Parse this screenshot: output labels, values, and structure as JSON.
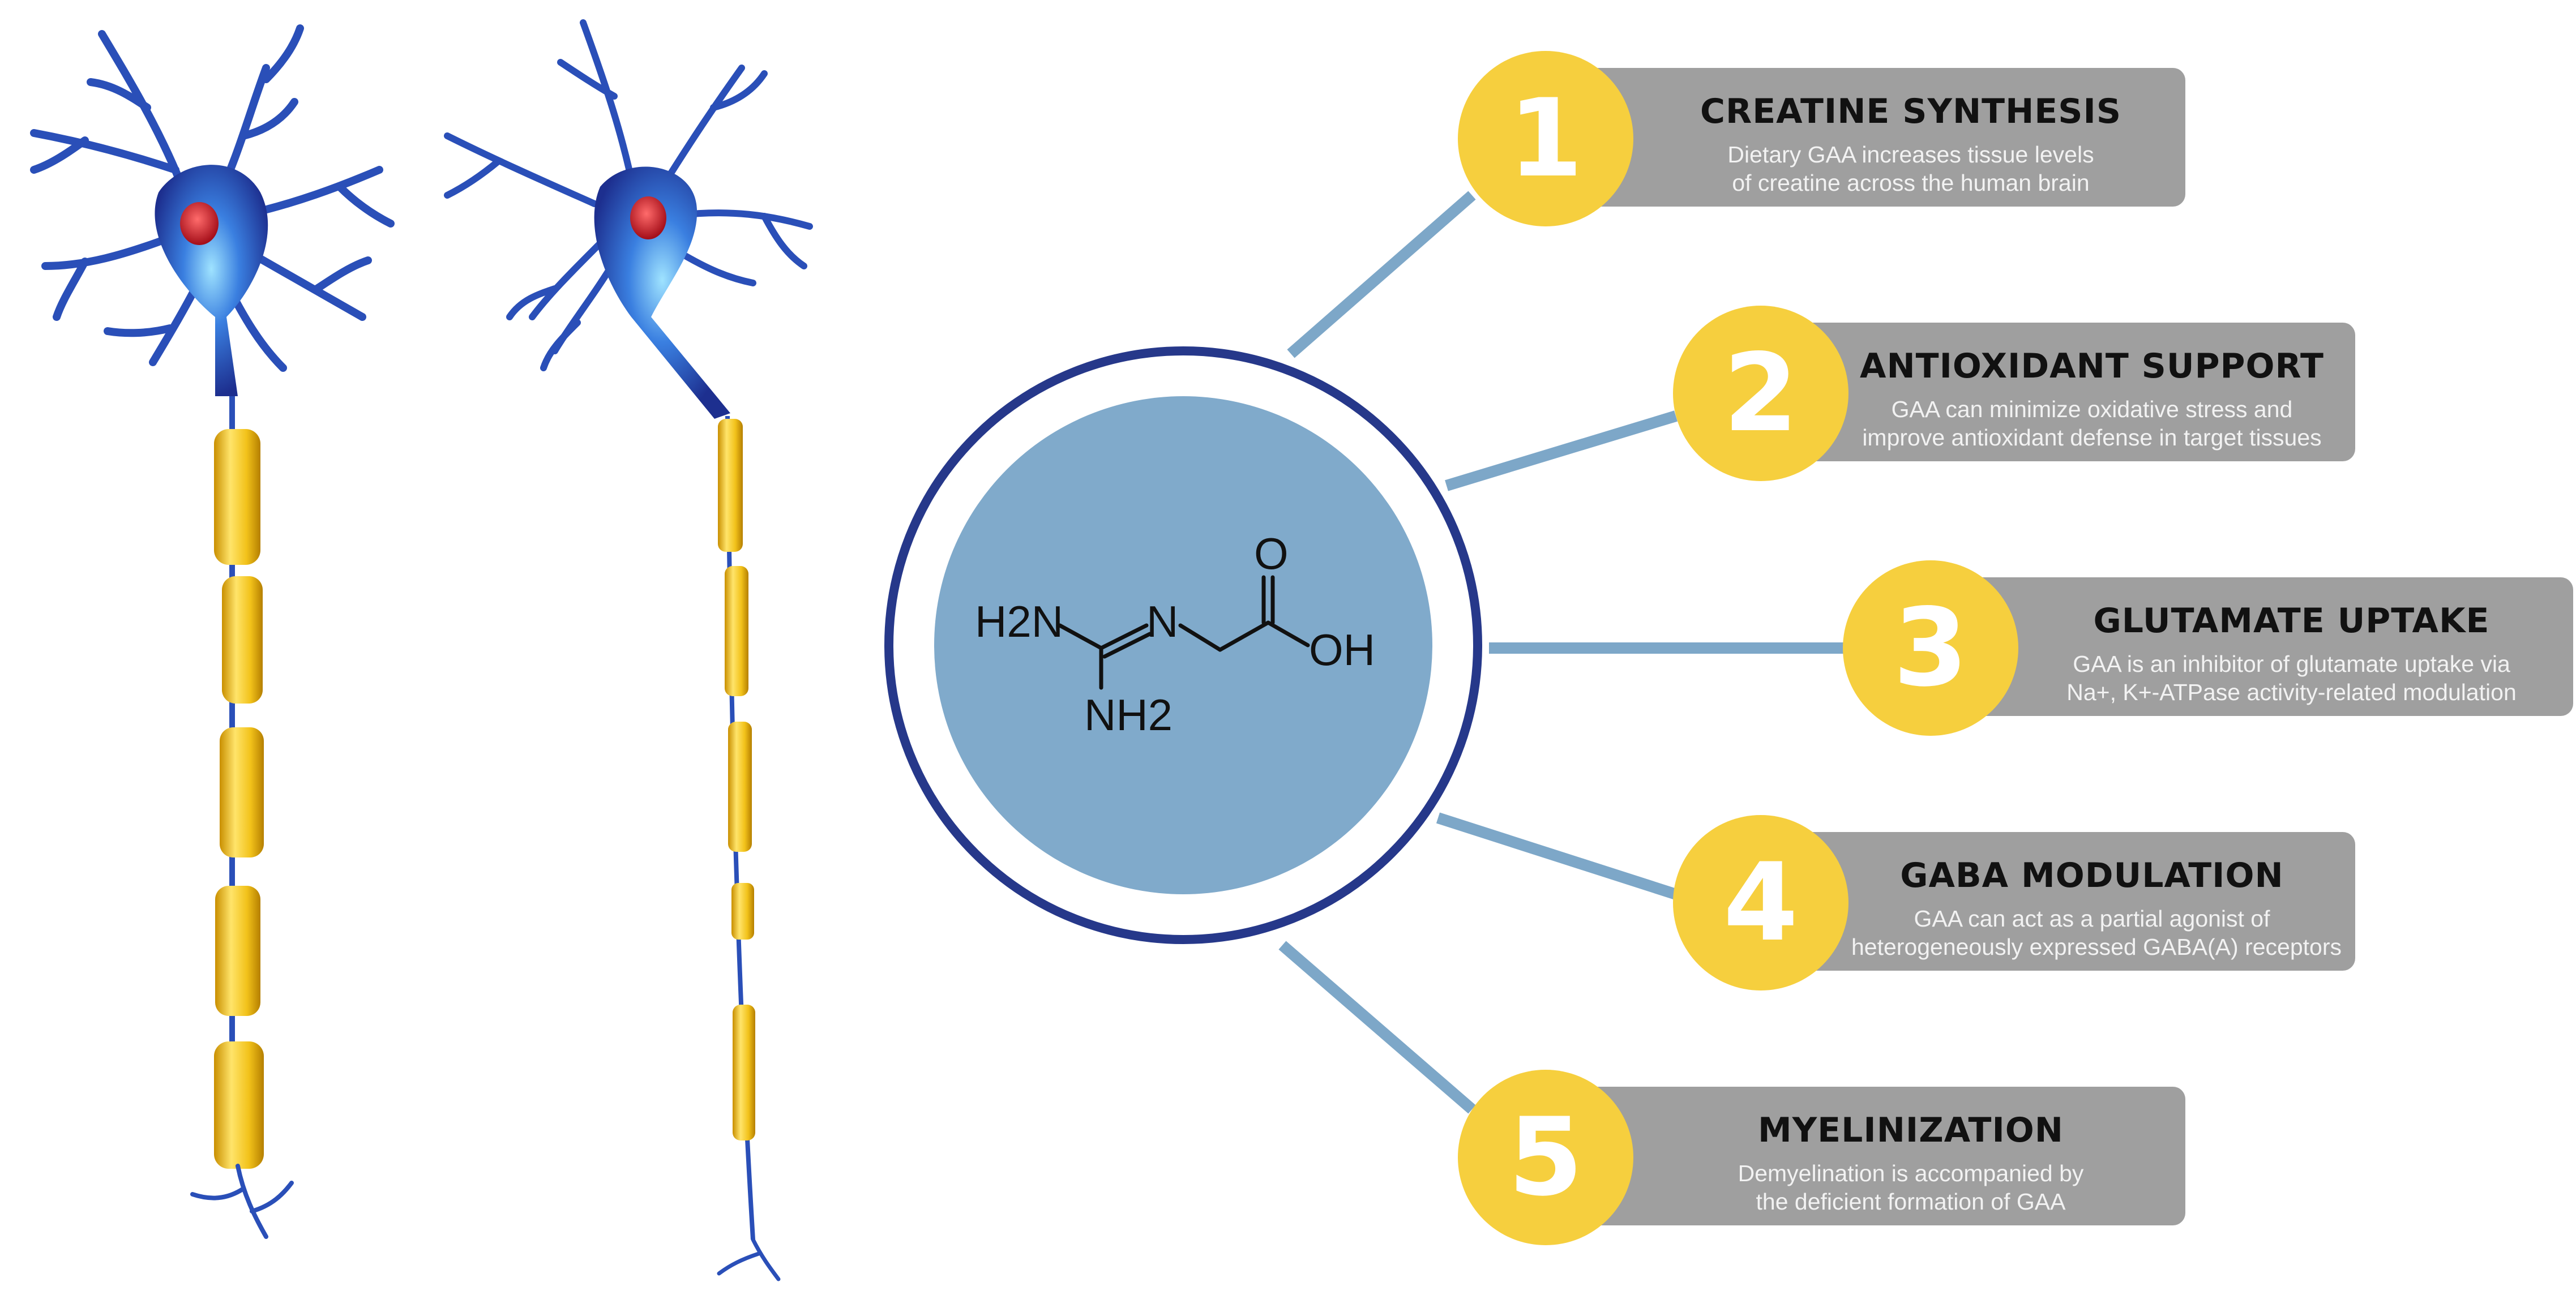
{
  "molecule": {
    "amine_left": "H2N",
    "imine_n": "N",
    "amine_bottom": "NH2",
    "carbonyl_o": "O",
    "hydroxyl": "OH"
  },
  "items": [
    {
      "number": "1",
      "title": "CREATINE SYNTHESIS",
      "line1": "Dietary GAA increases tissue levels",
      "line2": "of creatine across the human brain"
    },
    {
      "number": "2",
      "title": "ANTIOXIDANT SUPPORT",
      "line1": "GAA can minimize oxidative stress and",
      "line2": "improve antioxidant defense in target tissues"
    },
    {
      "number": "3",
      "title": "GLUTAMATE UPTAKE",
      "line1": "GAA is an inhibitor of glutamate uptake via",
      "line2": "Na+, K+-ATPase activity-related modulation"
    },
    {
      "number": "4",
      "title": "GABA MODULATION",
      "line1": "GAA can act as a partial agonist of",
      "line2": "heterogeneously expressed GABA(A) receptors"
    },
    {
      "number": "5",
      "title": "MYELINIZATION",
      "line1": "Demyelination is accompanied by",
      "line2": "the deficient formation of GAA"
    }
  ],
  "colors": {
    "badge": "#f6cf3e",
    "card": "#9f9f9f",
    "connector": "#7da7c8",
    "ring": "#26388a",
    "disc": "#80aacb",
    "myelin": "#f2c21a",
    "neuron": "#2a4fb8",
    "nucleus": "#d81b2a"
  }
}
